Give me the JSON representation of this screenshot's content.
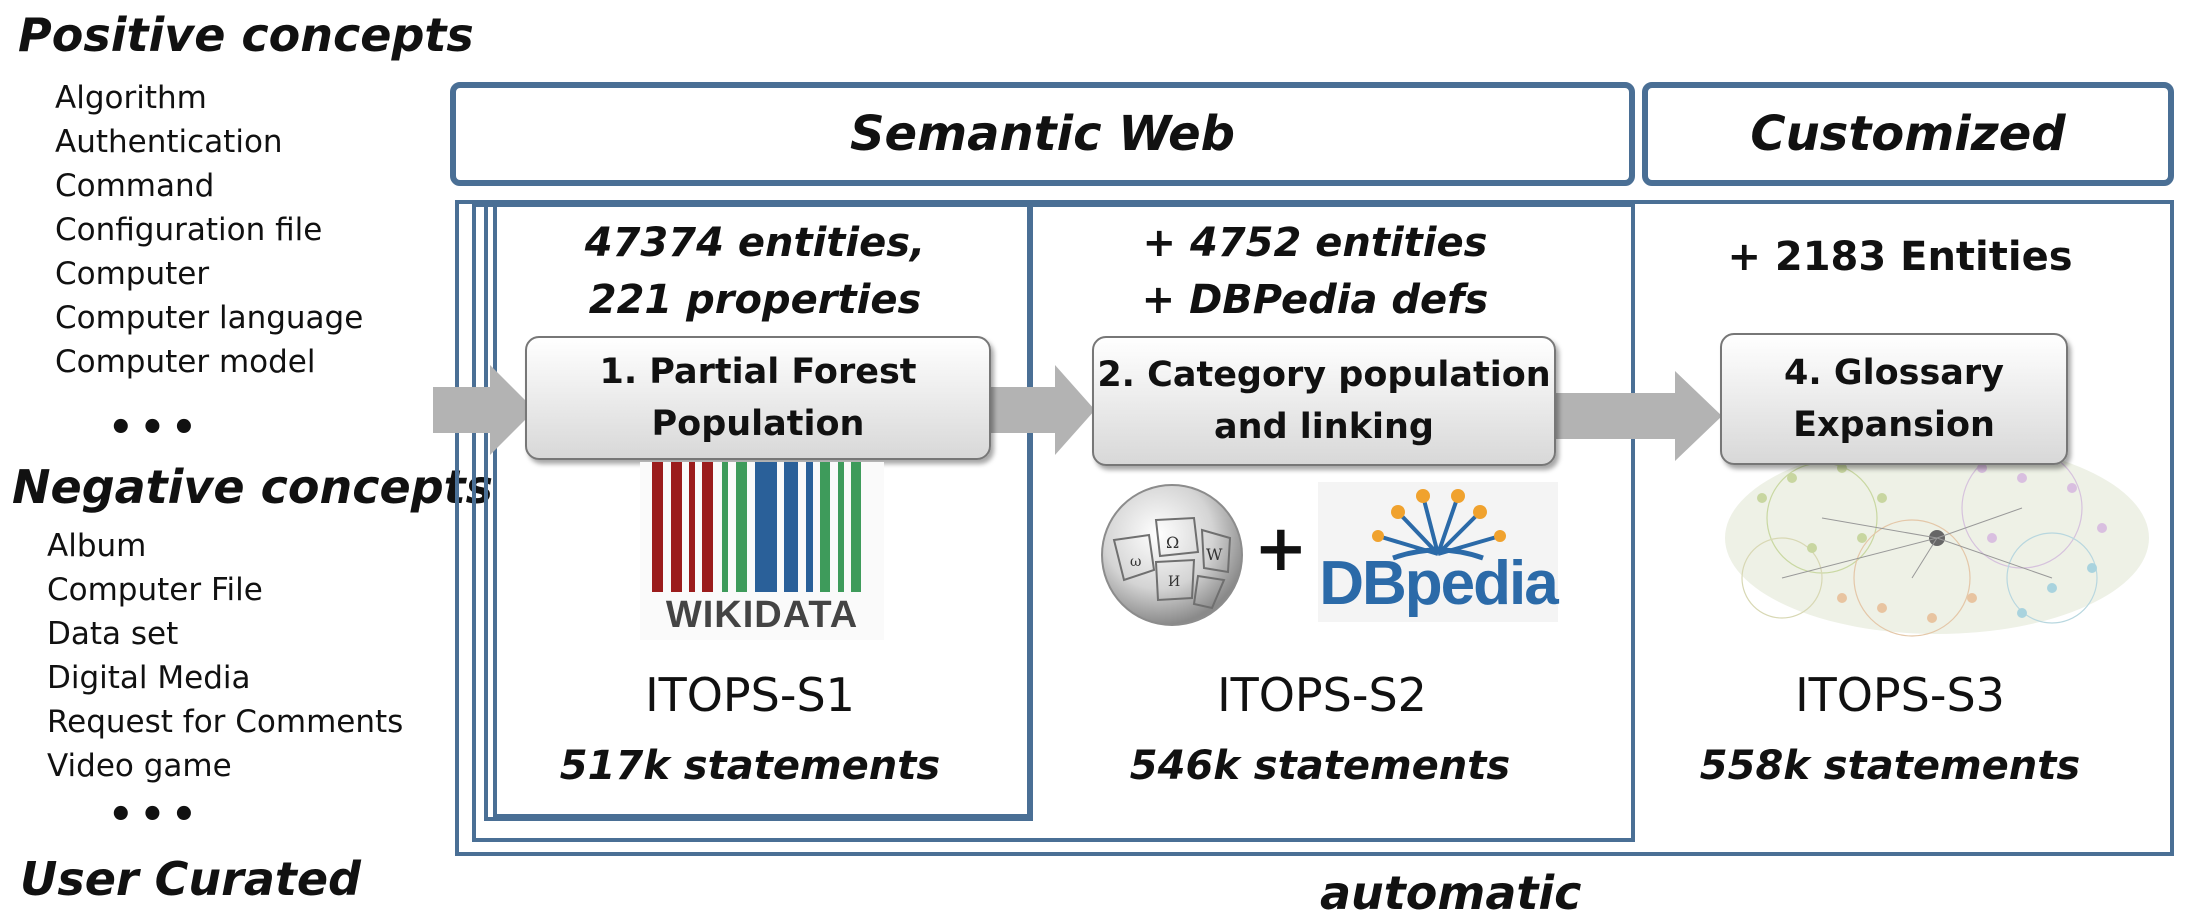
{
  "positive": {
    "heading": "Positive concepts",
    "items": [
      "Algorithm",
      "Authentication",
      "Command",
      "Configuration file",
      "Computer",
      "Computer language",
      "Computer model"
    ],
    "ellipsis": "•••"
  },
  "negative": {
    "heading": "Negative concepts",
    "items": [
      "Album",
      "Computer File",
      "Data set",
      "Digital Media",
      "Request for Comments",
      "Video game"
    ],
    "ellipsis": "•••"
  },
  "user_curated": "User Curated",
  "automatic": "automatic",
  "semantic_web": "Semantic Web",
  "customized": "Customized",
  "stage1": {
    "stats_line1": "47374 entities,",
    "stats_line2": "221 properties",
    "step_line1": "1. Partial Forest",
    "step_line2": "Population",
    "logo_text": "WIKIDATA",
    "dataset": "ITOPS-S1",
    "statements": "517k statements"
  },
  "stage2": {
    "stats_line1": "+ 4752 entities",
    "stats_line2": "+ DBPedia defs",
    "step_line1": "2. Category population",
    "step_line2": "and linking",
    "plus": "+",
    "logo_text": "DBpedia",
    "dataset": "ITOPS-S2",
    "statements": "546k statements"
  },
  "stage3": {
    "stats": "+ 2183 Entities",
    "step_line1": "4. Glossary",
    "step_line2": "Expansion",
    "dataset": "ITOPS-S3",
    "statements": "558k statements"
  },
  "colors": {
    "frame": "#4a6f95",
    "arrow": "#b3b3b3",
    "wikidata_red": "#9b1c1c",
    "wikidata_green": "#3e9b5b",
    "wikidata_blue": "#2a6099",
    "dbpedia_blue": "#2b6aa8",
    "dbpedia_orange": "#f0a22e"
  }
}
